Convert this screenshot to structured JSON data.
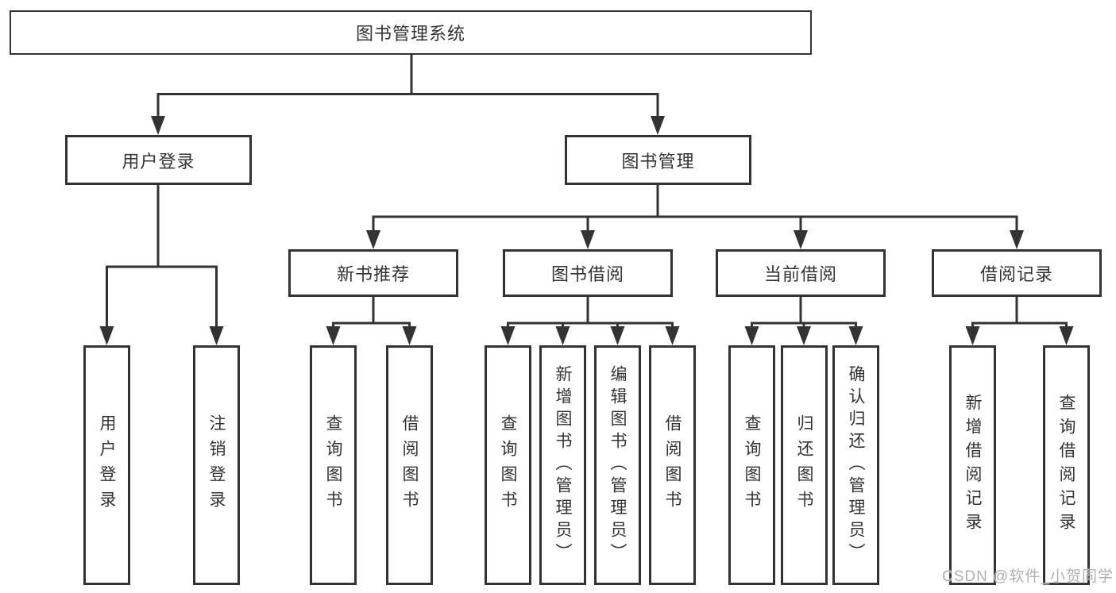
{
  "diagram_title": "图书管理系统",
  "nodes": {
    "root": "图书管理系统",
    "login": {
      "label": "用户登录",
      "children": [
        "用户登录",
        "注销登录"
      ]
    },
    "mgmt": {
      "label": "图书管理",
      "sections": [
        {
          "label": "新书推荐",
          "children": [
            "查询图书",
            "借阅图书"
          ]
        },
        {
          "label": "图书借阅",
          "children": [
            "查询图书",
            "新增图书（管理员）",
            "编辑图书（管理员）",
            "借阅图书"
          ]
        },
        {
          "label": "当前借阅",
          "children": [
            "查询图书",
            "归还图书",
            "确认归还（管理员）"
          ]
        },
        {
          "label": "借阅记录",
          "children": [
            "新增借阅记录",
            "查询借阅记录"
          ]
        }
      ]
    }
  },
  "watermark": {
    "text": "CSDN @软件_小贺同学"
  },
  "colors": {
    "line": "#333333",
    "box_border": "#333333",
    "text": "#333333",
    "watermark": "#b0b0b0",
    "background": "#ffffff"
  }
}
